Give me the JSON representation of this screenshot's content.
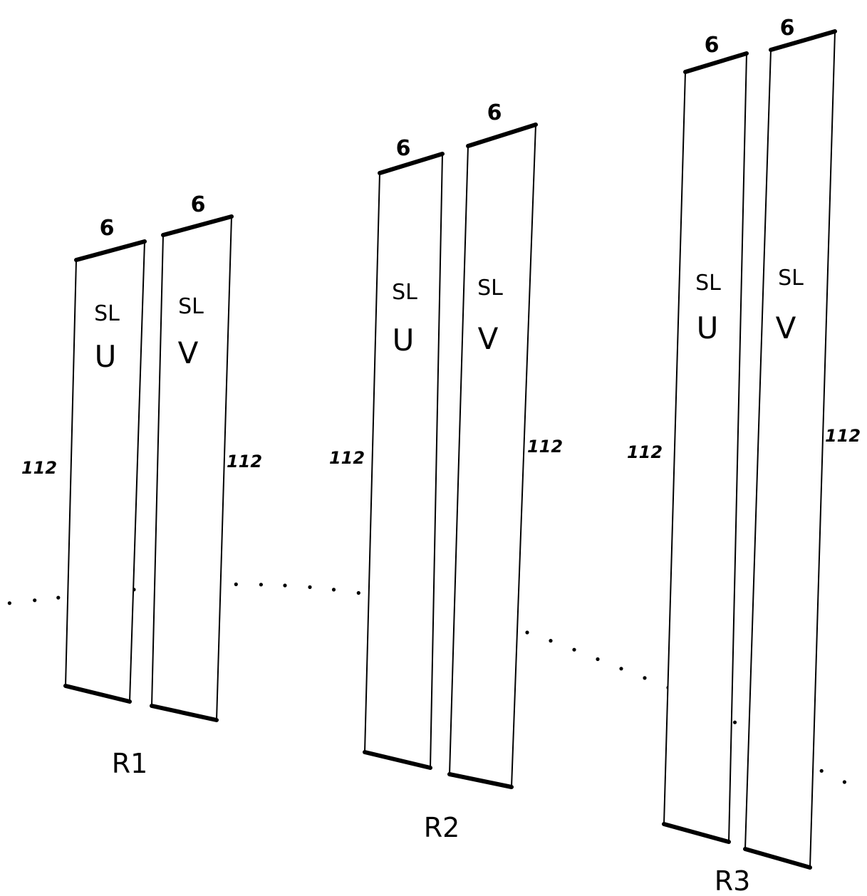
{
  "stations": [
    {
      "name": "R1",
      "panels": [
        {
          "type": "SL",
          "plane": "U",
          "width": "6",
          "height": "112"
        },
        {
          "type": "SL",
          "plane": "V",
          "width": "6",
          "height": "112"
        }
      ]
    },
    {
      "name": "R2",
      "panels": [
        {
          "type": "SL",
          "plane": "U",
          "width": "6",
          "height": "112"
        },
        {
          "type": "SL",
          "plane": "V",
          "width": "6",
          "height": "112"
        }
      ]
    },
    {
      "name": "R3",
      "panels": [
        {
          "type": "SL",
          "plane": "U",
          "width": "6",
          "height": "112"
        },
        {
          "type": "SL",
          "plane": "V",
          "width": "6",
          "height": "112"
        }
      ]
    }
  ]
}
